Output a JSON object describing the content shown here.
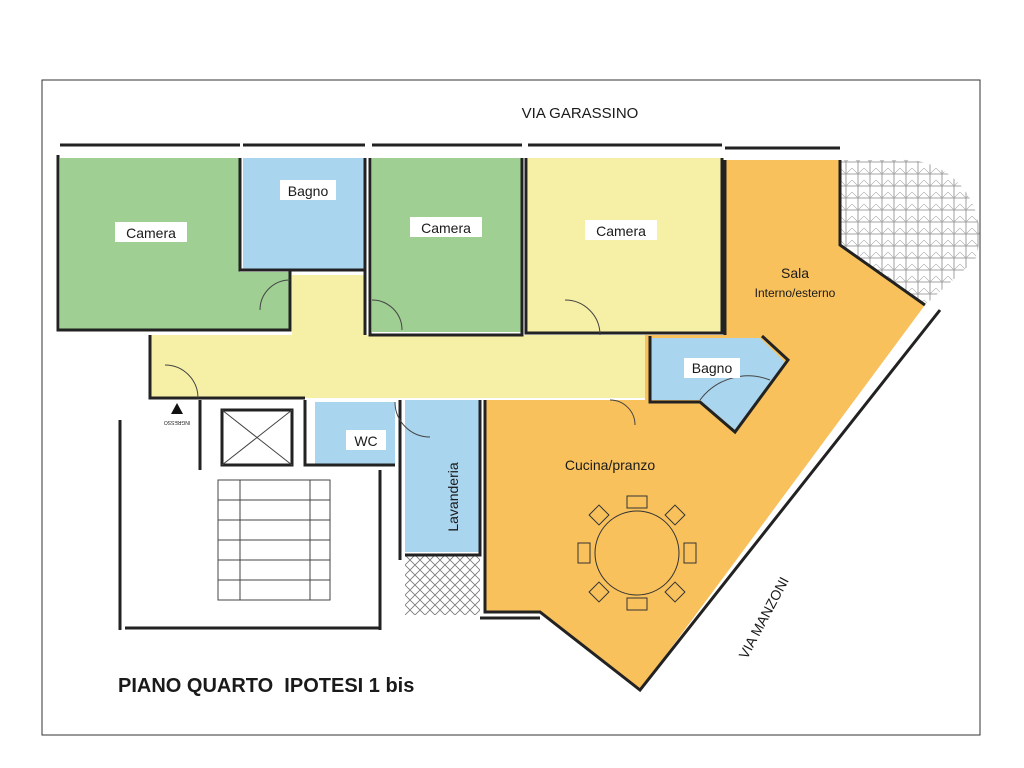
{
  "title": "PIANO QUARTO  IPOTESI 1 bis",
  "streets": {
    "north": "VIA GARASSINO",
    "east": "VIA MANZONI"
  },
  "entrance_label": "INGRESSO",
  "rooms": {
    "camera1": "Camera",
    "bagno1": "Bagno",
    "camera2": "Camera",
    "camera3": "Camera",
    "sala": "Sala",
    "sala_sub": "Interno/esterno",
    "bagno2": "Bagno",
    "wc": "WC",
    "lavanderia": "Lavanderia",
    "cucina": "Cucina/pranzo"
  },
  "colors": {
    "green": "#9fcf92",
    "yellow": "#f6f0a6",
    "orange": "#f8c15c",
    "blue": "#a9d5ef"
  }
}
